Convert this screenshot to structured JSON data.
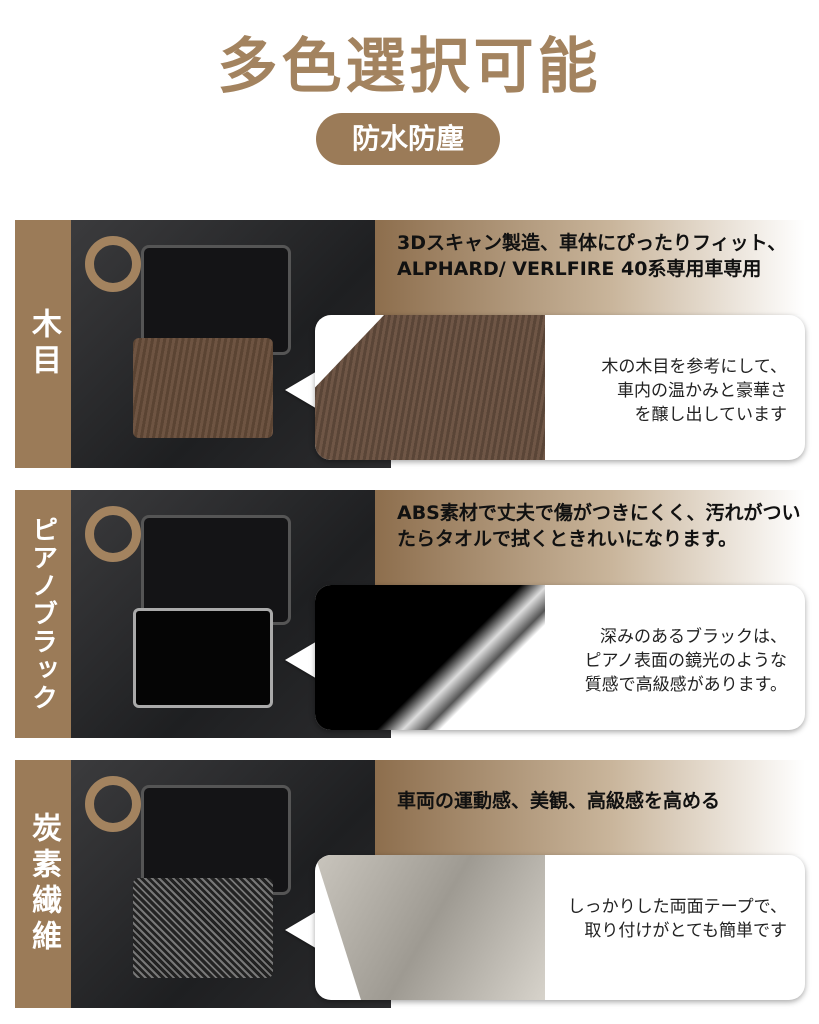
{
  "title": "多色選択可能",
  "badge": "防水防塵",
  "sections": [
    {
      "label": "木目",
      "headline": "3Dスキャン製造、車体にぴったりフィット、ALPHARD/ VERLFIRE 40系専用車専用",
      "description": "木の木目を参考にして、\n車内の温かみと豪華さ\nを醸し出しています",
      "sample_color": "#5a4537"
    },
    {
      "label": "ピアノブラック",
      "headline": "ABS素材で丈夫で傷がつきにくく、汚れがついたらタオルで拭くときれいになります。",
      "description": "深みのあるブラックは、\nピアノ表面の鏡光のような\n質感で高級感があります。",
      "sample_color": "#050505"
    },
    {
      "label": "炭素繊維",
      "headline": "車両の運動感、美観、高級感を高める",
      "description": "しっかりした両面テープで、\n取り付けがとても簡単です",
      "sample_color": "#b8b4ac"
    }
  ]
}
